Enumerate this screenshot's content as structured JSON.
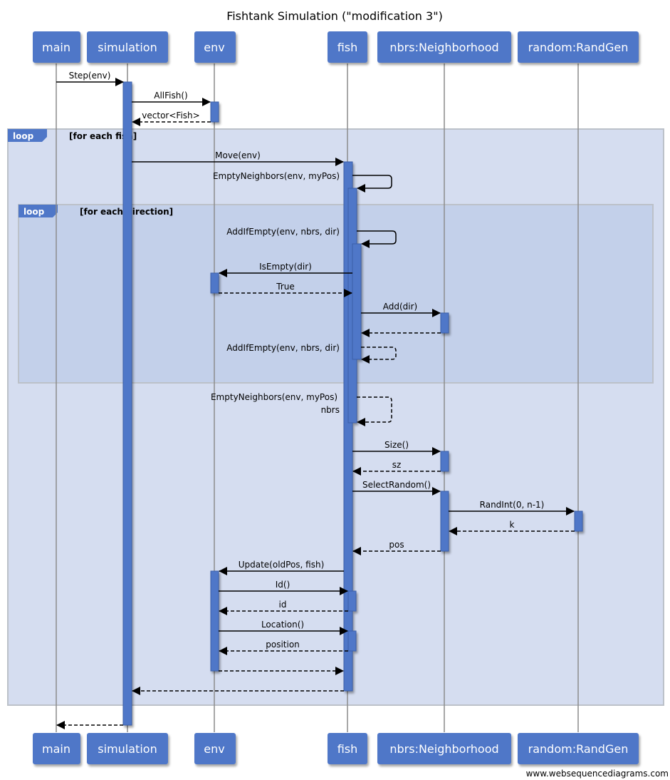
{
  "title": "Fishtank Simulation (\"modification 3\")",
  "participants": [
    {
      "id": "main",
      "name": "main"
    },
    {
      "id": "simulation",
      "name": "simulation"
    },
    {
      "id": "env",
      "name": "env"
    },
    {
      "id": "fish",
      "name": "fish"
    },
    {
      "id": "nbrs",
      "name": "nbrs:Neighborhood"
    },
    {
      "id": "random",
      "name": "random:RandGen"
    }
  ],
  "loops": [
    {
      "tag": "loop",
      "condition": "[for each fish]"
    },
    {
      "tag": "loop",
      "condition": "[for each direction]"
    }
  ],
  "messages": [
    {
      "from": "main",
      "to": "simulation",
      "label": "Step(env)",
      "type": "call"
    },
    {
      "from": "simulation",
      "to": "env",
      "label": "AllFish()",
      "type": "call"
    },
    {
      "from": "env",
      "to": "simulation",
      "label": "vector<Fish>",
      "type": "return"
    },
    {
      "from": "simulation",
      "to": "fish",
      "label": "Move(env)",
      "type": "call"
    },
    {
      "from": "fish",
      "to": "fish",
      "label": "EmptyNeighbors(env, myPos)",
      "type": "self-call"
    },
    {
      "from": "fish",
      "to": "fish",
      "label": "AddIfEmpty(env, nbrs, dir)",
      "type": "self-call"
    },
    {
      "from": "fish",
      "to": "env",
      "label": "IsEmpty(dir)",
      "type": "call"
    },
    {
      "from": "env",
      "to": "fish",
      "label": "True",
      "type": "return"
    },
    {
      "from": "fish",
      "to": "nbrs",
      "label": "Add(dir)",
      "type": "call"
    },
    {
      "from": "nbrs",
      "to": "fish",
      "label": "",
      "type": "return"
    },
    {
      "from": "fish",
      "to": "fish",
      "label": "AddIfEmpty(env, nbrs, dir)",
      "type": "self-return"
    },
    {
      "from": "fish",
      "to": "fish",
      "label": "EmptyNeighbors(env, myPos)",
      "label2": "nbrs",
      "type": "self-return"
    },
    {
      "from": "fish",
      "to": "nbrs",
      "label": "Size()",
      "type": "call"
    },
    {
      "from": "nbrs",
      "to": "fish",
      "label": "sz",
      "type": "return"
    },
    {
      "from": "fish",
      "to": "nbrs",
      "label": "SelectRandom()",
      "type": "call"
    },
    {
      "from": "nbrs",
      "to": "random",
      "label": "RandInt(0, n-1)",
      "type": "call"
    },
    {
      "from": "random",
      "to": "nbrs",
      "label": "k",
      "type": "return"
    },
    {
      "from": "nbrs",
      "to": "fish",
      "label": "pos",
      "type": "return"
    },
    {
      "from": "fish",
      "to": "env",
      "label": "Update(oldPos, fish)",
      "type": "call"
    },
    {
      "from": "env",
      "to": "fish",
      "label": "Id()",
      "type": "call"
    },
    {
      "from": "fish",
      "to": "env",
      "label": "id",
      "type": "return"
    },
    {
      "from": "env",
      "to": "fish",
      "label": "Location()",
      "type": "call"
    },
    {
      "from": "fish",
      "to": "env",
      "label": "position",
      "type": "return"
    },
    {
      "from": "env",
      "to": "fish",
      "label": "",
      "type": "return"
    },
    {
      "from": "fish",
      "to": "simulation",
      "label": "",
      "type": "return"
    },
    {
      "from": "simulation",
      "to": "main",
      "label": "",
      "type": "return"
    }
  ],
  "credit": "www.websequencediagrams.com",
  "colors": {
    "participant_fill": "#4f77c8",
    "activation_fill": "#4f77c8",
    "outer_loop_fill": "#d5ddf0",
    "inner_loop_fill": "#c3d0ea",
    "loop_border": "#bcc1c9",
    "lifeline": "#8c8c8c"
  }
}
